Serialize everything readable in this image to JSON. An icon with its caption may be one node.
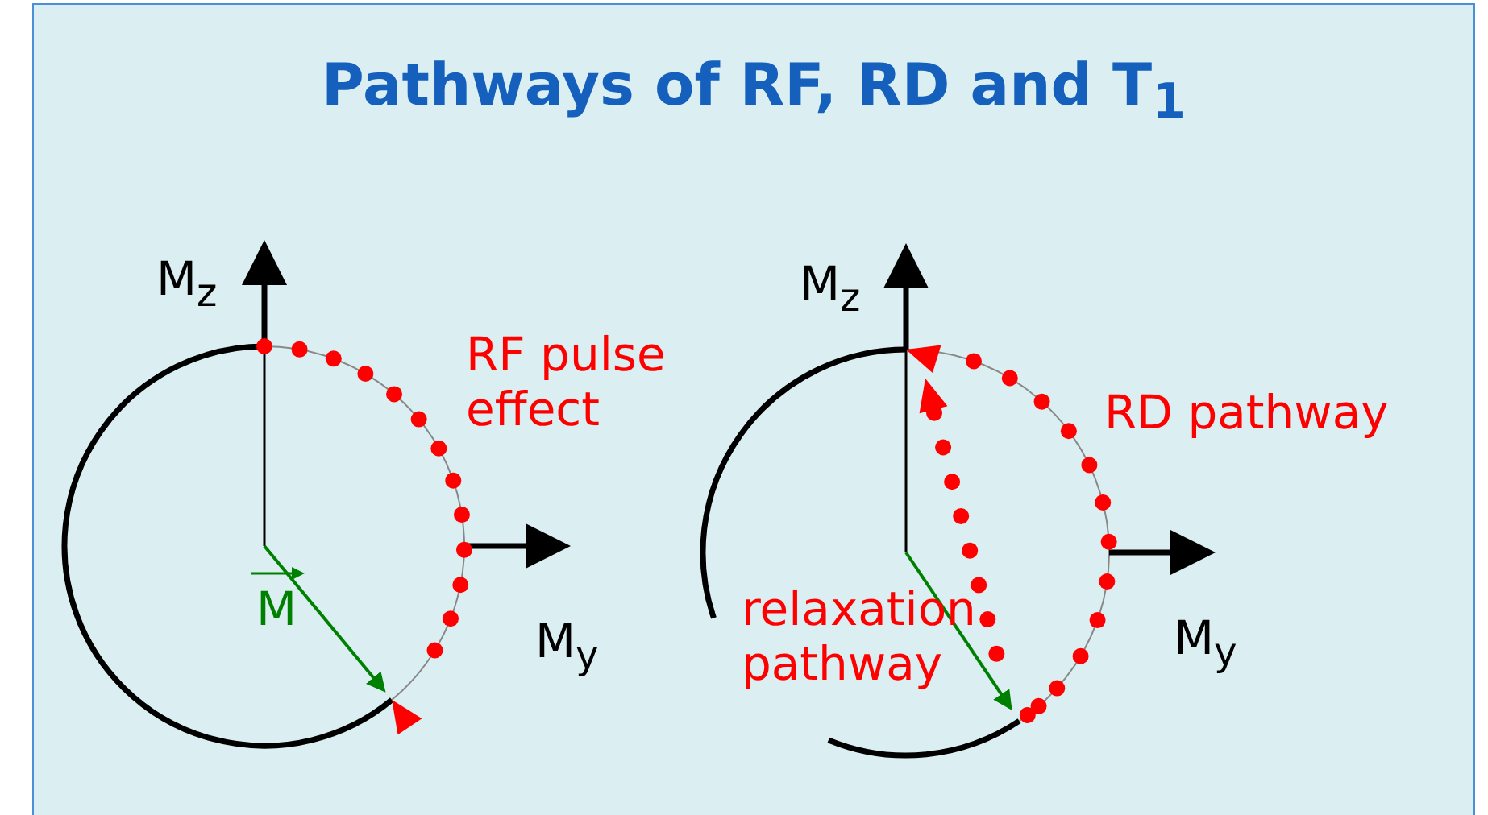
{
  "diagram": {
    "title": "Pathways of RF, RD and T$_{1}$",
    "labels": [
      "M$_{z}$",
      "RF pulse effect",
      "M",
      "M$_{y}$",
      "M$_{z}$",
      "RD pathway",
      "relaxation pathway",
      "M$_{y}$"
    ]
  }
}
